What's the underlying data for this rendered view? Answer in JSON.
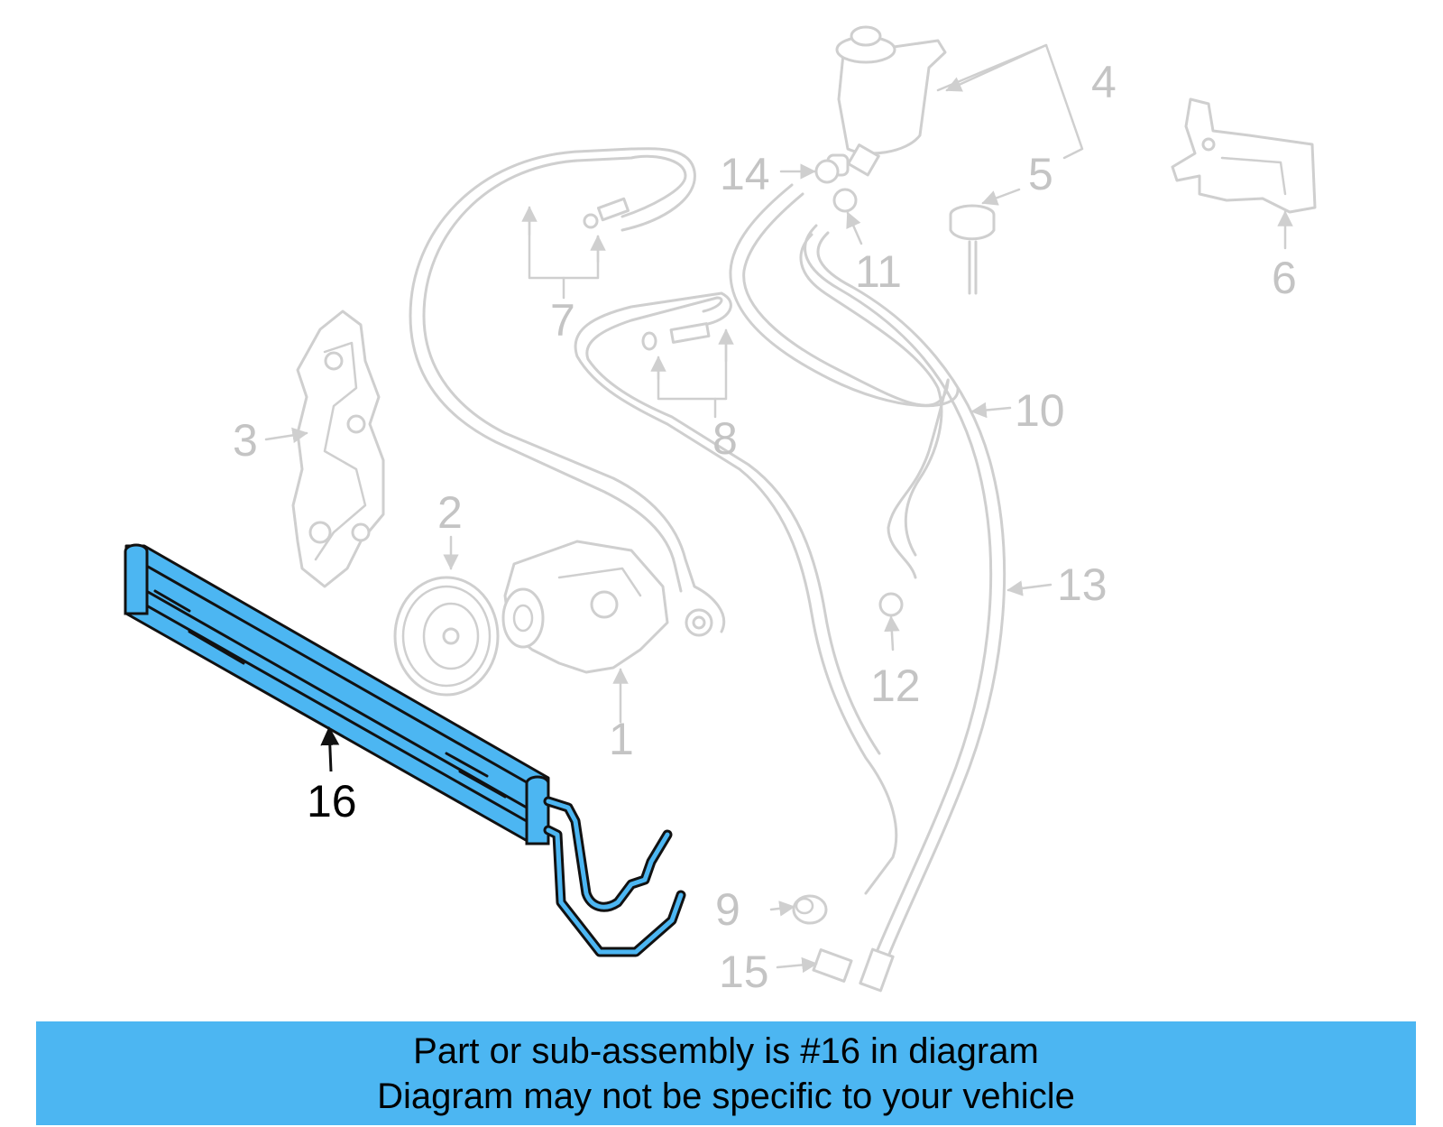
{
  "callouts": {
    "c1": "1",
    "c2": "2",
    "c3": "3",
    "c4": "4",
    "c5": "5",
    "c6": "6",
    "c7": "7",
    "c8": "8",
    "c9": "9",
    "c10": "10",
    "c11": "11",
    "c12": "12",
    "c13": "13",
    "c14": "14",
    "c15": "15",
    "c16": "16"
  },
  "highlighted_part": "16",
  "colors": {
    "highlight": "#4cb6f2",
    "ghost": "#cfcfcf",
    "banner": "#4cb6f2"
  },
  "banner": {
    "line1": "Part or sub-assembly is #16 in diagram",
    "line2": "Diagram may not be specific to your vehicle"
  }
}
